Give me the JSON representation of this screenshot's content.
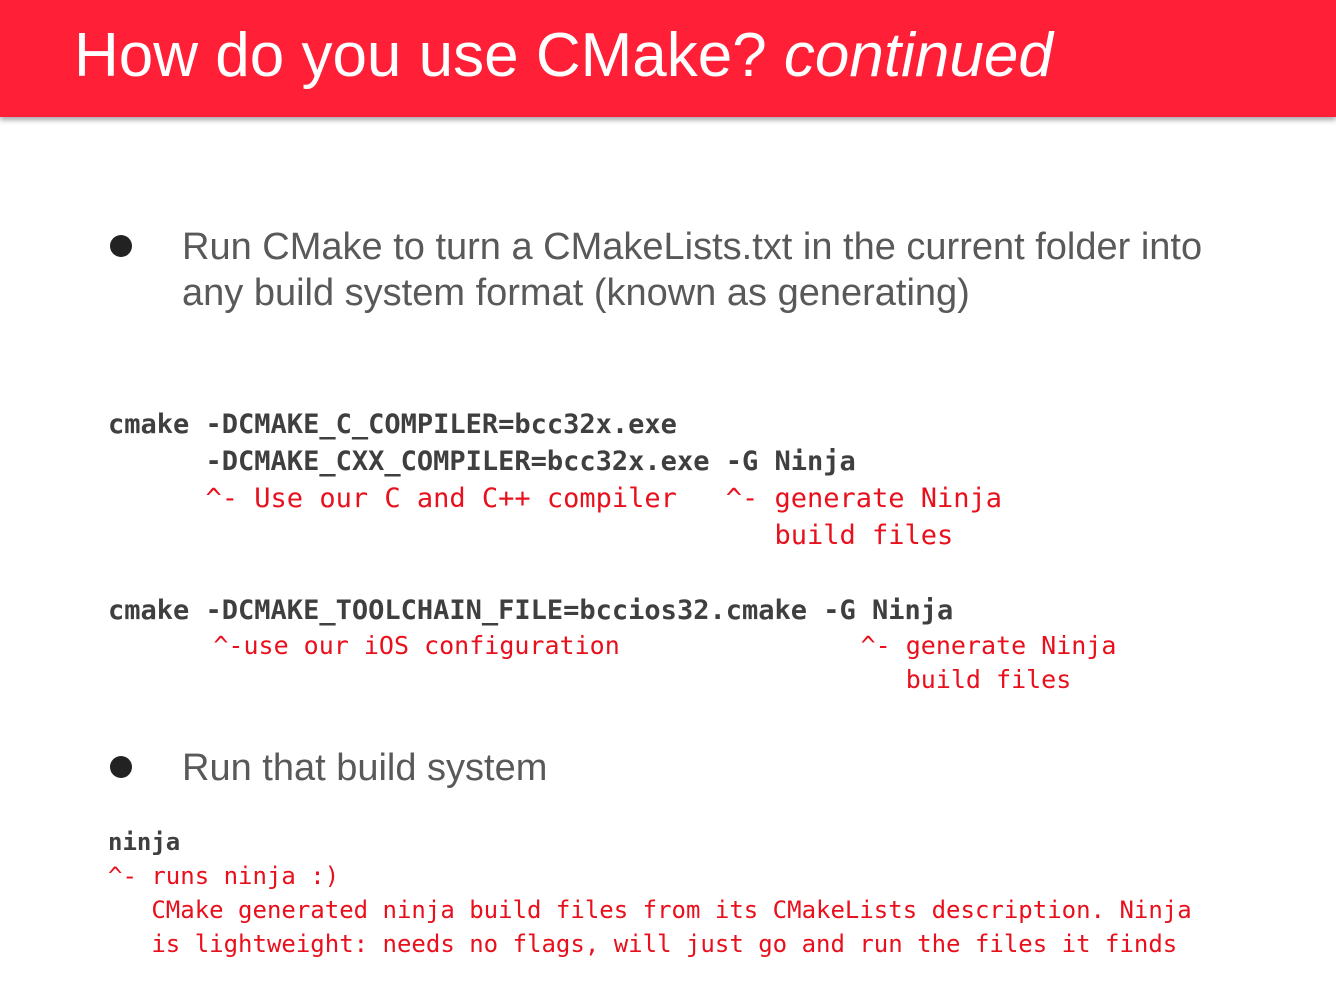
{
  "slide": {
    "title": {
      "main": "How do you use CMake?",
      "italic": "continued"
    },
    "bullets": [
      {
        "lines": [
          "Run CMake to turn a CMakeLists.txt in the current folder into",
          "any build system format (known as generating)"
        ]
      },
      {
        "lines": [
          "Run that build system"
        ]
      }
    ],
    "code_blocks": [
      {
        "command_lines": [
          "cmake -DCMAKE_C_COMPILER=bcc32x.exe",
          "      -DCMAKE_CXX_COMPILER=bcc32x.exe -G Ninja"
        ],
        "comment_lines": [
          "      ^- Use our C and C++ compiler   ^- generate Ninja",
          "                                         build files"
        ]
      },
      {
        "command_lines": [
          "cmake -DCMAKE_TOOLCHAIN_FILE=bccios32.cmake -G Ninja"
        ],
        "comment_lines": [
          "       ^-use our iOS configuration                ^- generate Ninja",
          "                                                     build files"
        ]
      },
      {
        "command_lines": [
          "ninja"
        ],
        "comment_lines": [
          "^- runs ninja :)",
          "   CMake generated ninja build files from its CMakeLists description. Ninja",
          "   is lightweight: needs no flags, will just go and run the files it finds"
        ]
      }
    ]
  },
  "colors": {
    "title_bar": "#ff1f37",
    "title_text": "#ffffff",
    "bullet_text": "#595959",
    "code_text": "#3f3f3f",
    "comment_text": "#e8101c"
  }
}
